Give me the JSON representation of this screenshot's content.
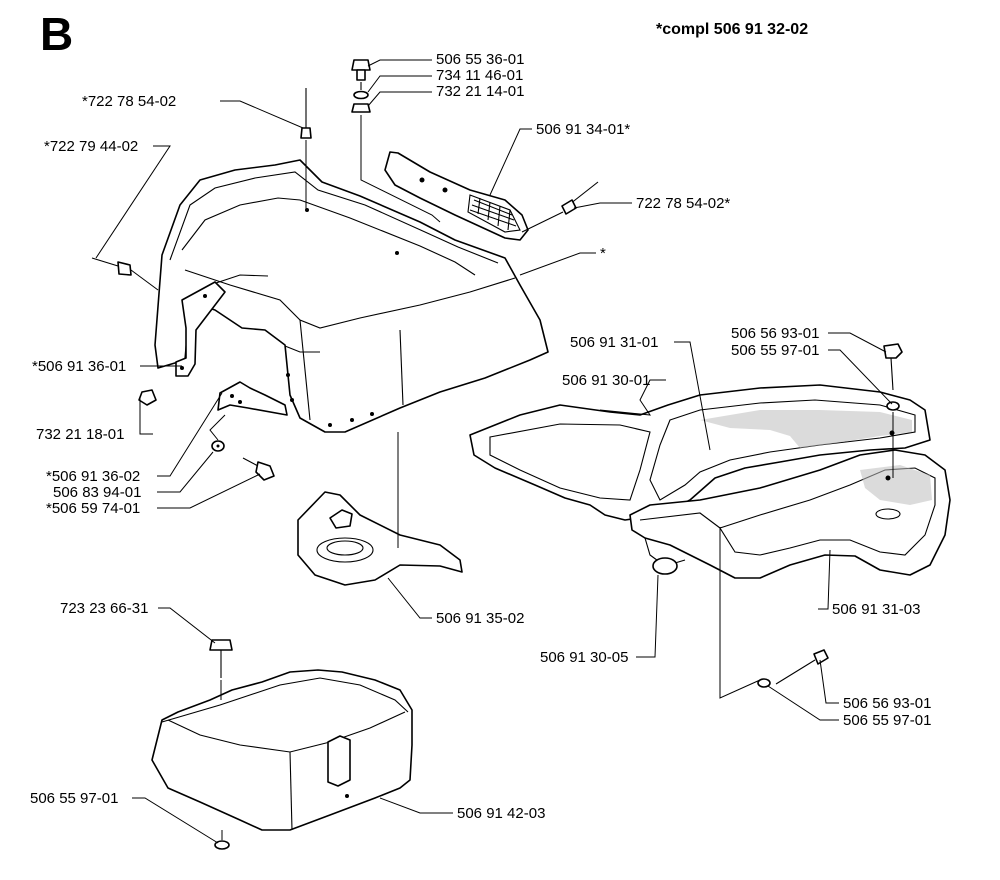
{
  "diagram": {
    "section_letter": "B",
    "assembly_note": "*compl 506 91 32-02",
    "labels": {
      "cap_screw": "506 55 36-01",
      "washer_top": "734 11 46-01",
      "nut_top": "732 21 14-01",
      "rivet_left": "*722 78 54-02",
      "screw_far_left": "*722 79 44-02",
      "grille_panel": "506 91 34-01*",
      "rivet_right": "722 78 54-02*",
      "hood_star": "*",
      "bracket_left": "*506 91 36-01",
      "nut_left": "732 21 18-01",
      "bracket_lower": "*506 91 36-02",
      "washer_lower": "506 83 94-01",
      "screw_lower": "*506 59 74-01",
      "cup_holder": "506 91 35-02",
      "fender_right_inner": "506 91 31-01",
      "fender_left": "506 91 30-01",
      "screw_right_top": "506 56 93-01",
      "washer_right_top": "506 55 97-01",
      "fender_right": "506 91 31-03",
      "bumper": "506 91 30-05",
      "screw_bottom_right": "506 56 93-01",
      "washer_bottom_right": "506 55 97-01",
      "knob_screw": "723 23 66-31",
      "box_cover": "506 91 42-03",
      "washer_box": "506 55 97-01"
    }
  }
}
